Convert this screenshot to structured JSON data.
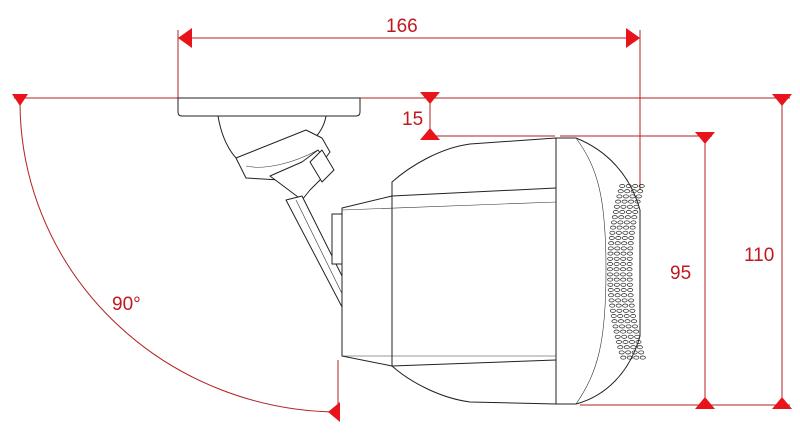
{
  "dimensions": {
    "width_overall": "166",
    "bracket_offset": "15",
    "height_body": "95",
    "height_overall": "110",
    "tilt_angle": "90°"
  },
  "colors": {
    "dimension_line": "#b32020",
    "arrow": "#e8131b",
    "outline": "#222222"
  }
}
